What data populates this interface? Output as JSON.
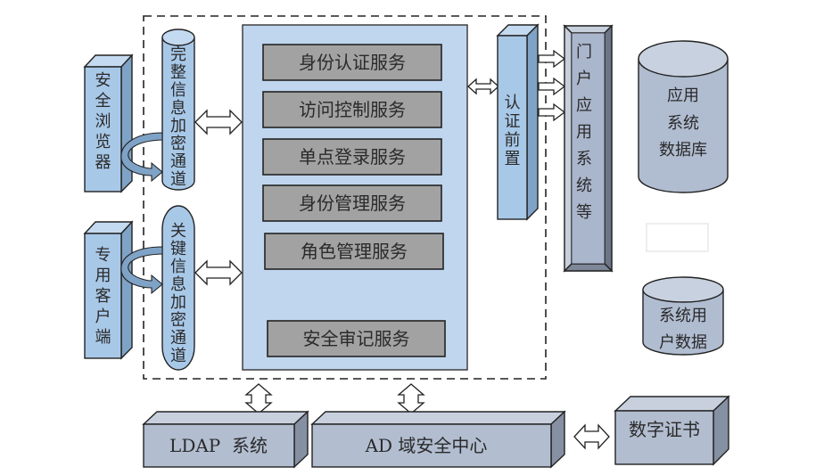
{
  "diagram": {
    "colors": {
      "blue_face": "#a8c8e8",
      "blue_side": "#7fa3c6",
      "blue_top": "#c4daf0",
      "core_panel": "#c0d6ee",
      "service_box": "#a2a2a2",
      "grey_face": "#b2bdd0",
      "grey_side": "#8690a3",
      "grey_top": "#c8d0de",
      "portal_face": "#aab6cc",
      "portal_bevel": "#c7cfdc",
      "portal_dark": "#6c7686",
      "cylinder_body": "#b0bcd0",
      "cylinder_top": "#c8d1df",
      "dashed_border": "#222222"
    },
    "clients": [
      {
        "id": "secure-browser",
        "label": "安全浏览器"
      },
      {
        "id": "dedicated-client",
        "label": "专用客户端"
      }
    ],
    "channels": [
      {
        "id": "integrity-channel",
        "label": "完整信息加密通道"
      },
      {
        "id": "key-info-channel",
        "label": "关键信息加密通道"
      }
    ],
    "core_services": [
      "身份认证服务",
      "访问控制服务",
      "单点登录服务",
      "身份管理服务",
      "角色管理服务",
      "安全审记服务"
    ],
    "auth_front": {
      "label": "认证前置"
    },
    "portal": {
      "label": "门户应用系统等"
    },
    "databases": [
      {
        "id": "app-db",
        "lines": [
          "应用",
          "系统",
          "数据库"
        ]
      },
      {
        "id": "user-db",
        "lines": [
          "系统用",
          "户数据"
        ]
      }
    ],
    "bottom_systems": [
      {
        "id": "ldap",
        "label": "LDAP  系统"
      },
      {
        "id": "ad",
        "label": "AD 域安全中心"
      },
      {
        "id": "cert",
        "label": "数字证书"
      }
    ]
  }
}
